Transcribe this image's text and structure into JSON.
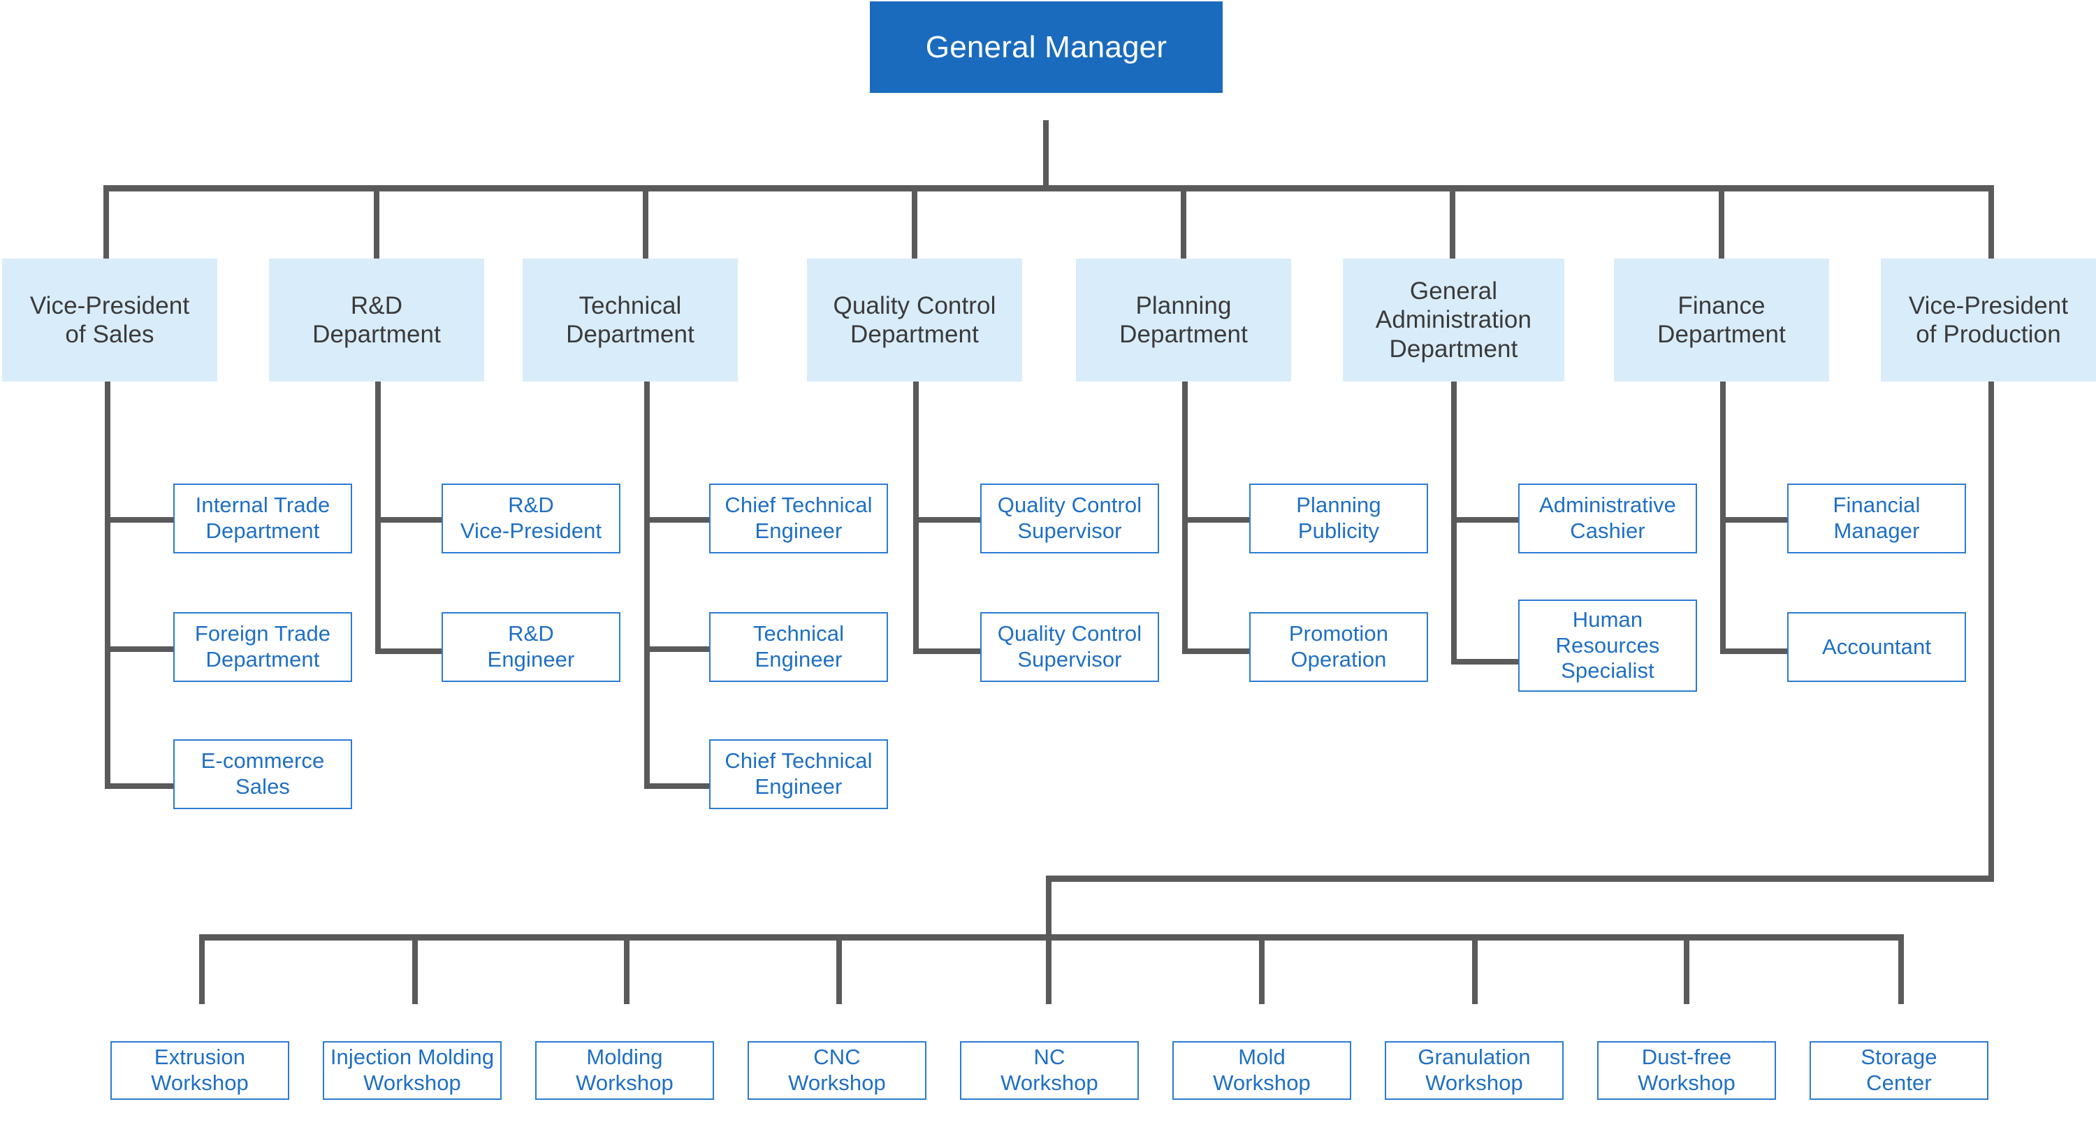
{
  "chart_data": {
    "type": "diagram",
    "title": "Organizational Chart",
    "orientation": "top-down",
    "levels": 4
  },
  "colors": {
    "root_fill": "#1a6bbd",
    "root_text": "#ffffff",
    "dept_fill": "#d9ecfa",
    "dept_text": "#3a3a3a",
    "sub_border": "#2b7cd3",
    "sub_text": "#1f6fc4",
    "connector": "#5a5a5a",
    "background": "#ffffff"
  },
  "root": {
    "label": "General Manager"
  },
  "departments": [
    {
      "label": "Vice-President\nof Sales"
    },
    {
      "label": "R&D\nDepartment"
    },
    {
      "label": "Technical\nDepartment"
    },
    {
      "label": "Quality Control\nDepartment"
    },
    {
      "label": "Planning\nDepartment"
    },
    {
      "label": "General\nAdministration\nDepartment"
    },
    {
      "label": "Finance\nDepartment"
    },
    {
      "label": "Vice-President\nof Production"
    }
  ],
  "sub_nodes": {
    "sales": [
      {
        "label": "Internal Trade\nDepartment"
      },
      {
        "label": "Foreign Trade\nDepartment"
      },
      {
        "label": "E-commerce\nSales"
      }
    ],
    "rnd": [
      {
        "label": "R&D\nVice-President"
      },
      {
        "label": "R&D\nEngineer"
      }
    ],
    "technical": [
      {
        "label": "Chief Technical\nEngineer"
      },
      {
        "label": "Technical\nEngineer"
      },
      {
        "label": "Chief Technical\nEngineer"
      }
    ],
    "quality": [
      {
        "label": "Quality Control\nSupervisor"
      },
      {
        "label": "Quality Control\nSupervisor"
      }
    ],
    "planning": [
      {
        "label": "Planning\nPublicity"
      },
      {
        "label": "Promotion\nOperation"
      }
    ],
    "admin": [
      {
        "label": "Administrative\nCashier"
      },
      {
        "label": "Human\nResources\nSpecialist"
      }
    ],
    "finance": [
      {
        "label": "Financial\nManager"
      },
      {
        "label": "Accountant"
      }
    ]
  },
  "workshops": [
    {
      "label": "Extrusion\nWorkshop"
    },
    {
      "label": "Injection Molding\nWorkshop"
    },
    {
      "label": "Molding\nWorkshop"
    },
    {
      "label": "CNC\nWorkshop"
    },
    {
      "label": "NC\nWorkshop"
    },
    {
      "label": "Mold\nWorkshop"
    },
    {
      "label": "Granulation\nWorkshop"
    },
    {
      "label": "Dust-free\nWorkshop"
    },
    {
      "label": "Storage\nCenter"
    }
  ]
}
